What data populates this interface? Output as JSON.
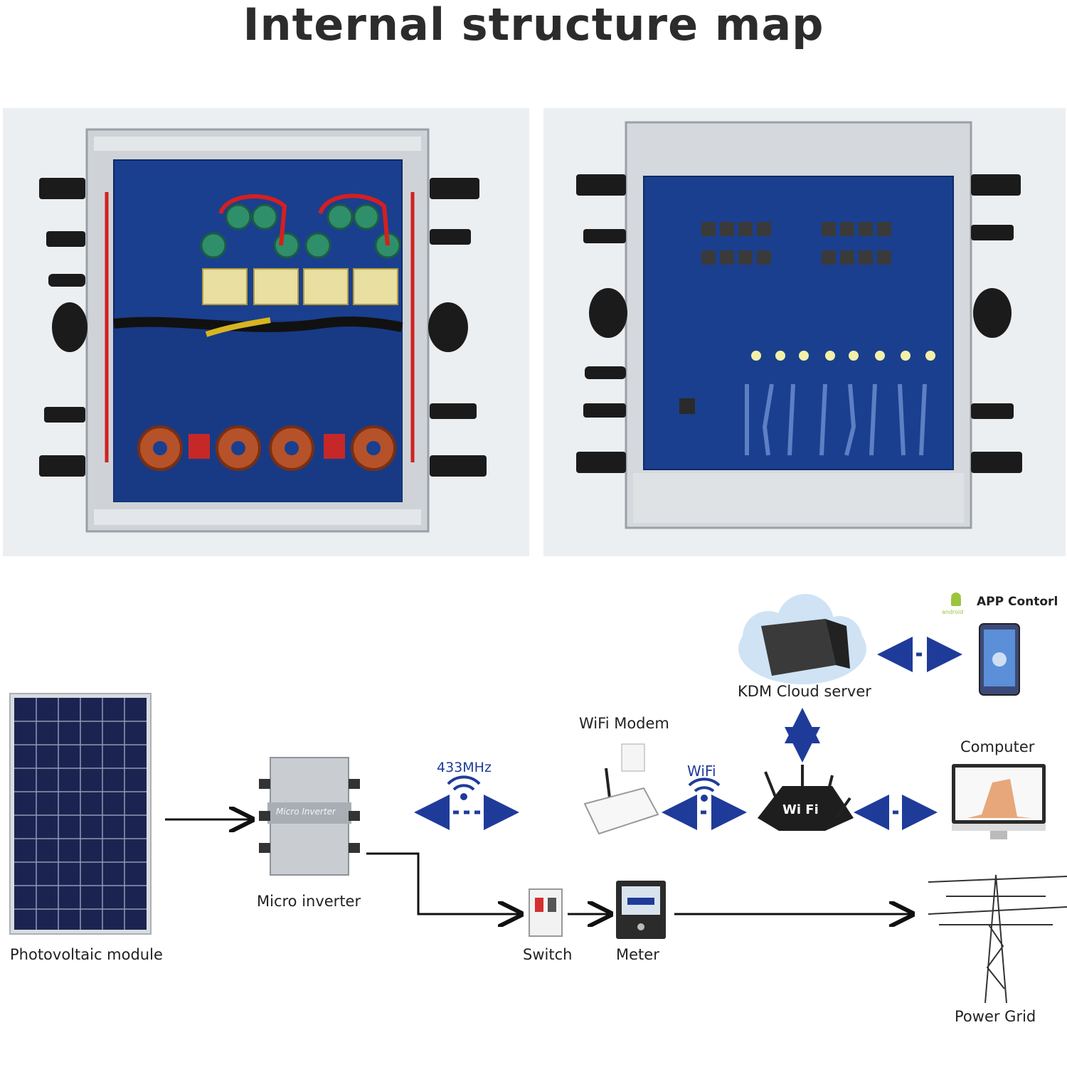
{
  "title": "Internal structure map",
  "diagram": {
    "nodes": {
      "pv_module": "Photovoltaic module",
      "micro_inverter": "Micro inverter",
      "inverter_brand_text": "Micro Inverter",
      "switch": "Switch",
      "meter": "Meter",
      "power_grid": "Power Grid",
      "wifi_modem": "WiFi Modem",
      "router_text": "Wi Fi",
      "cloud_server": "KDM Cloud server",
      "computer": "Computer",
      "app_control": "APP Contorl",
      "android_text": "android"
    },
    "links": {
      "rf_label": "433MHz",
      "wifi_label": "WiFi"
    }
  },
  "colors": {
    "pcb_blue": "#1a3f8f",
    "aluminum": "#cfd3d8",
    "arrow_blue": "#1f3b9a",
    "pv_cell": "#1b2450",
    "android_green": "#9bc53d"
  }
}
